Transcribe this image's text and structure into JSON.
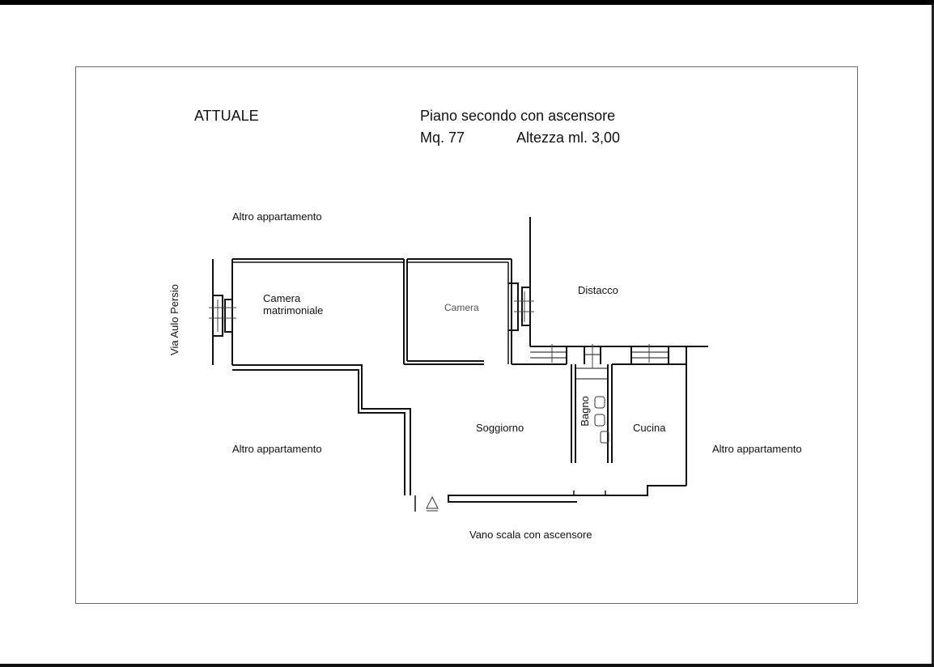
{
  "header": {
    "status": "ATTUALE",
    "floor": "Piano secondo con ascensore",
    "area": "Mq. 77",
    "height": "Altezza ml. 3,00"
  },
  "labels": {
    "street": "Via Aulo Persio",
    "neighbor_top": "Altro appartamento",
    "neighbor_left": "Altro appartamento",
    "neighbor_right": "Altro appartamento",
    "master_bedroom_line1": "Camera",
    "master_bedroom_line2": "matrimoniale",
    "bedroom": "Camera",
    "gap": "Distacco",
    "living": "Soggiorno",
    "bathroom": "Bagno",
    "kitchen": "Cucina",
    "stairwell": "Vano scala con ascensore"
  }
}
